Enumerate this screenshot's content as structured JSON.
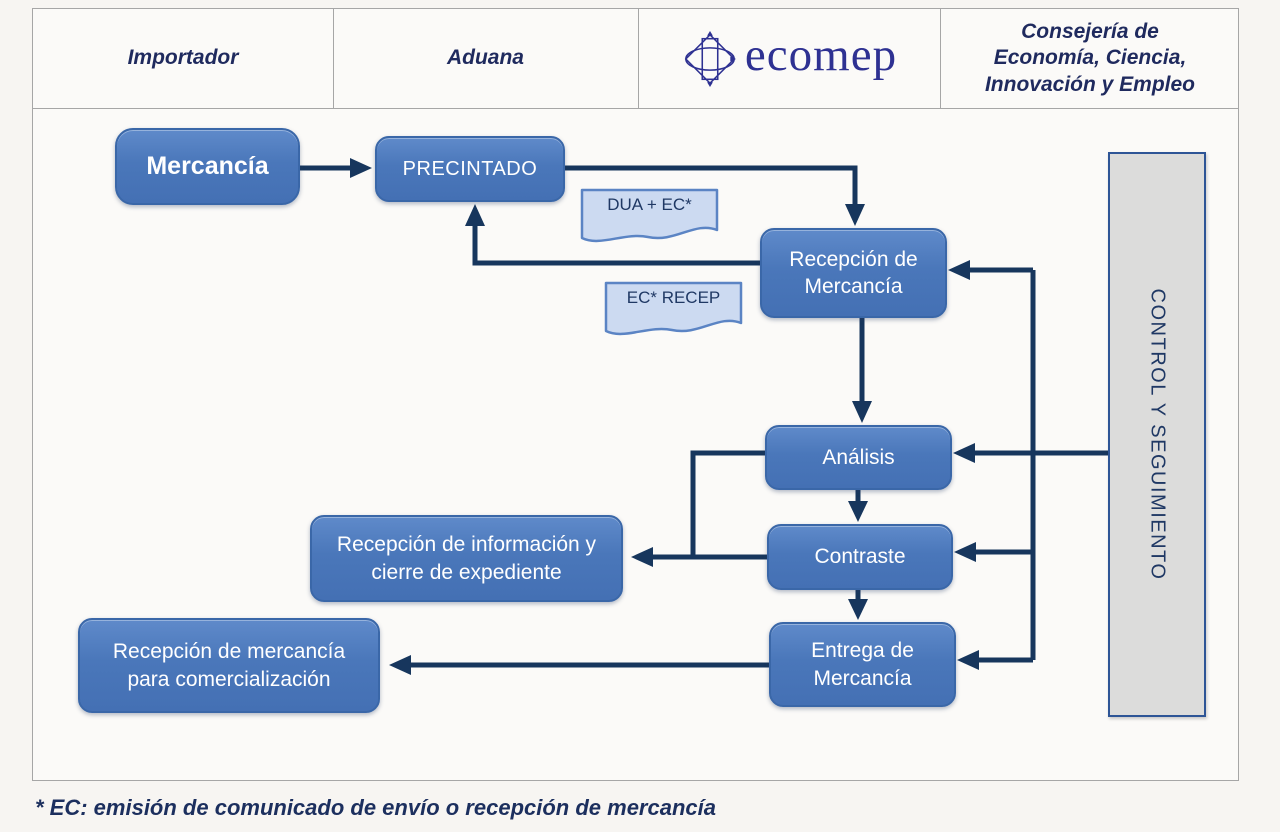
{
  "header": {
    "col_importador": "Importador",
    "col_aduana": "Aduana",
    "logo_text": "ecomep",
    "col_consejeria": "Consejería de Economía, Ciencia, Innovación y Empleo"
  },
  "nodes": {
    "mercancia": "Mercancía",
    "precintado": "PRECINTADO",
    "recepcion_mercancia": "Recepción de Mercancía",
    "analisis": "Análisis",
    "contraste": "Contraste",
    "entrega_mercancia": "Entrega de Mercancía",
    "recepcion_informacion": "Recepción de información y cierre de expediente",
    "recepcion_comercializacion": "Recepción de mercancía para comercialización",
    "control_seguimiento": "CONTROL Y SEGUIMIENTO"
  },
  "documents": {
    "dua": "DUA + EC*",
    "ec_recep": "EC* RECEP"
  },
  "footnote": "* EC: emisión de comunicado de envío o recepción de mercancía",
  "colors": {
    "node_fill": "#4a77ba",
    "node_border": "#3a67a8",
    "arrow": "#17365d",
    "doc_fill": "#ccdaf1",
    "doc_border": "#5b84c4",
    "control_fill": "#dcdcdb",
    "control_border": "#2e5596",
    "header_text": "#1f2a5e",
    "logo_color": "#2e3192"
  }
}
